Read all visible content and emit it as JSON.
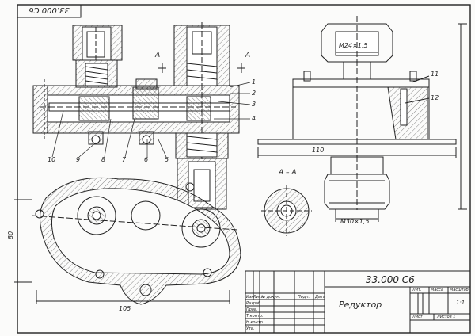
{
  "drawing": {
    "top_code": "33.000 С6",
    "view_label": "А",
    "section_label": "А – А",
    "thread_top": "M24×1,5",
    "thread_bottom": "M30×1,5",
    "dims": {
      "width_110": "110",
      "height_80": "80",
      "width_105": "105"
    },
    "callouts": {
      "c1": "1",
      "c2": "2",
      "c3": "3",
      "c4": "4",
      "c5": "5",
      "c6": "6",
      "c7": "7",
      "c8": "8",
      "c9": "9",
      "c10": "10",
      "c11": "11",
      "c12": "12"
    }
  },
  "title_block": {
    "code": "33.000 С6",
    "name": "Редуктор",
    "col_izm": "Изм",
    "col_list": "Лист",
    "col_doc": "№ докум.",
    "col_sign": "Подп.",
    "col_date": "Дата",
    "row_razrab": "Разраб.",
    "row_prov": "Пров.",
    "row_tkontr": "Т.контр.",
    "row_nkontr": "Н.контр.",
    "row_utv": "Утв.",
    "lit": "Лит.",
    "massa": "Масса",
    "masshtab": "Масштаб",
    "scale": "1:1",
    "list": "Лист",
    "listov": "Листов 1"
  }
}
